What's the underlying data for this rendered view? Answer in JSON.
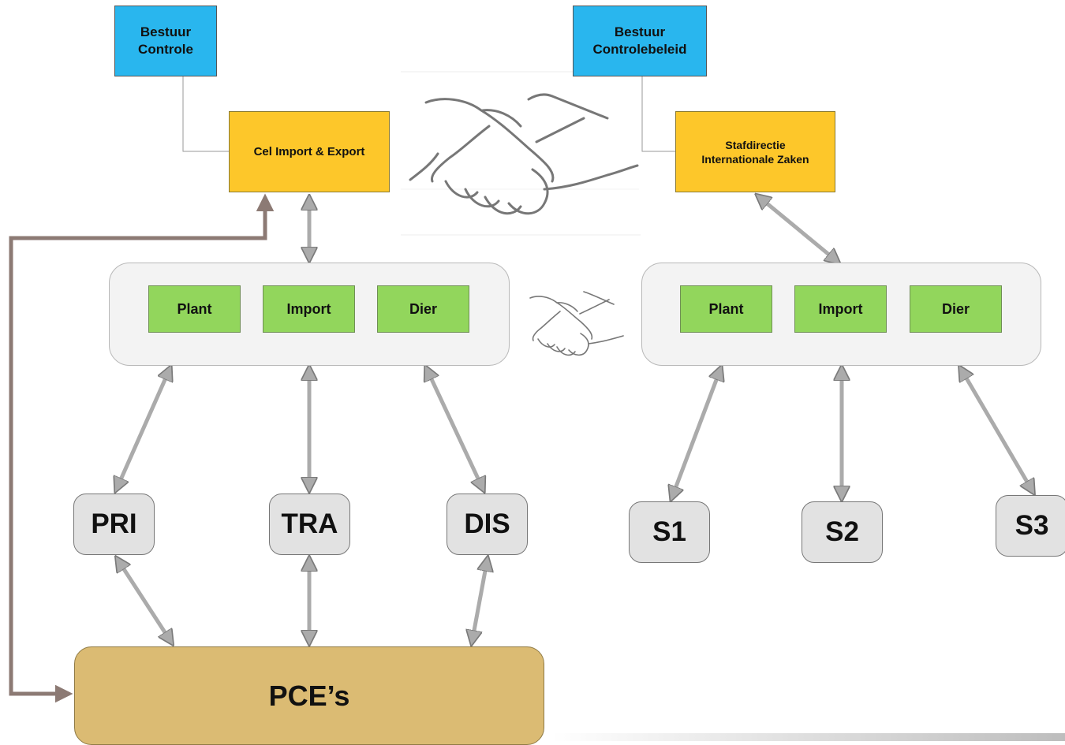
{
  "top_left": {
    "line1": "Bestuur",
    "line2": "Controle"
  },
  "top_right": {
    "line1": "Bestuur",
    "line2": "Controlebeleid"
  },
  "cel": {
    "label": "Cel Import & Export"
  },
  "stafdirectie": {
    "line1": "Stafdirectie",
    "line2": "Internationale Zaken"
  },
  "left_panel": {
    "items": [
      "Plant",
      "Import",
      "Dier"
    ]
  },
  "right_panel": {
    "items": [
      "Plant",
      "Import",
      "Dier"
    ]
  },
  "left_nodes": [
    "PRI",
    "TRA",
    "DIS"
  ],
  "right_nodes": [
    "S1",
    "S2",
    "S3"
  ],
  "pce": {
    "label": "PCE’s"
  },
  "colors": {
    "blue": "#29b6ee",
    "yellow": "#fdc72a",
    "green": "#92d65c",
    "node": "#e2e2e2",
    "pce": "#dbbb73",
    "feedback_arrow": "#8c7a74",
    "arrow": "#b0b0b0"
  }
}
